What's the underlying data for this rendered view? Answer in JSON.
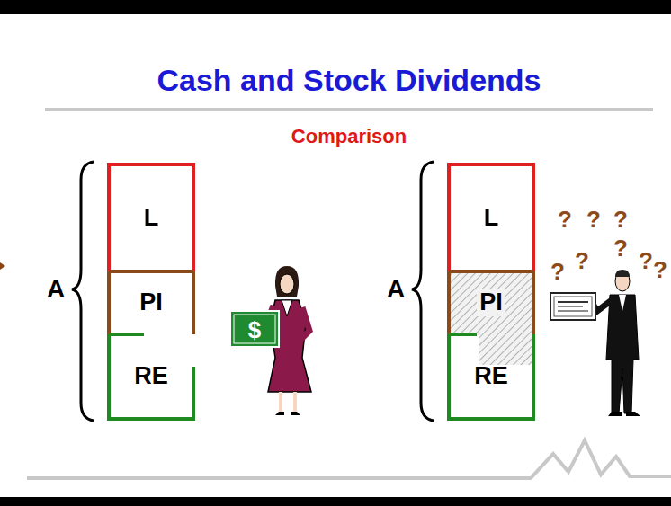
{
  "diagram": {
    "title": "Cash and Stock Dividends",
    "nodes": [
      {
        "text": [
          "L"
        ]
      },
      {
        "text": [
          "PI"
        ]
      },
      {
        "text": [
          "RE"
        ]
      },
      {
        "text": [
          "L"
        ]
      },
      {
        "text": [
          "PI"
        ]
      },
      {
        "text": [
          "RE"
        ]
      }
    ],
    "labels": [
      "Comparison",
      "A",
      "$",
      "A",
      "?",
      "?",
      "?",
      "?",
      "?",
      "?",
      "?",
      "?"
    ]
  }
}
